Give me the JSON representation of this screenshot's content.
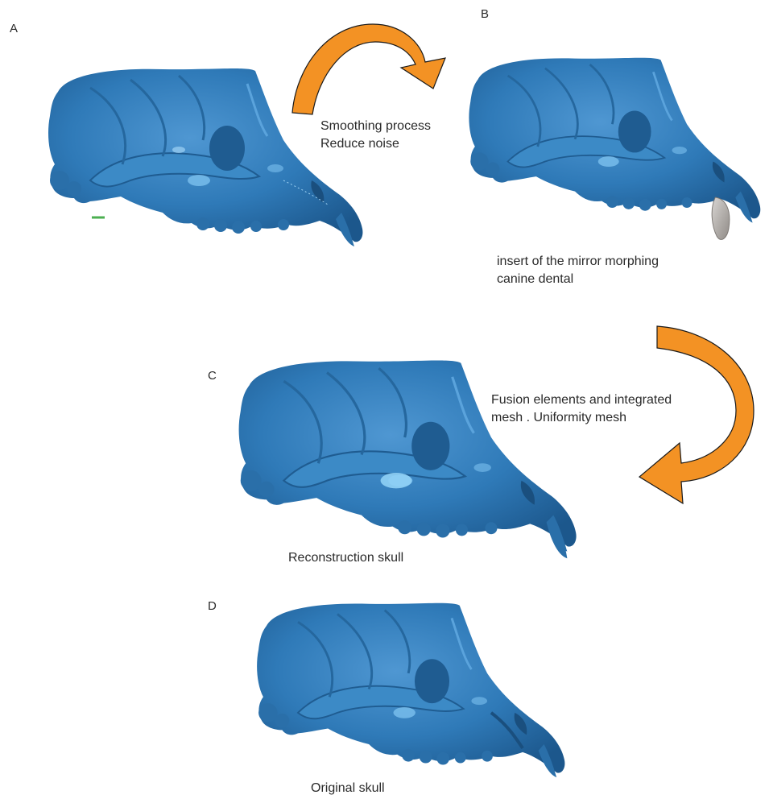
{
  "panels": {
    "a": {
      "letter": "A"
    },
    "b": {
      "letter": "B",
      "caption_line1": "insert of the mirror morphing",
      "caption_line2": "canine dental"
    },
    "c": {
      "letter": "C",
      "caption": "Reconstruction skull"
    },
    "d": {
      "letter": "D",
      "caption": "Original skull"
    }
  },
  "arrows": {
    "top": {
      "line1": "Smoothing process",
      "line2": "Reduce noise"
    },
    "right": {
      "line1": "Fusion elements and integrated",
      "line2": "mesh . Uniformity mesh"
    }
  },
  "colors": {
    "skull_blue": "#2f7ab8",
    "skull_shadow": "#1f5c91",
    "skull_highlight": "#6fb3e6",
    "arrow_orange": "#f39224",
    "tooth_gray": "#b8b4b0"
  }
}
